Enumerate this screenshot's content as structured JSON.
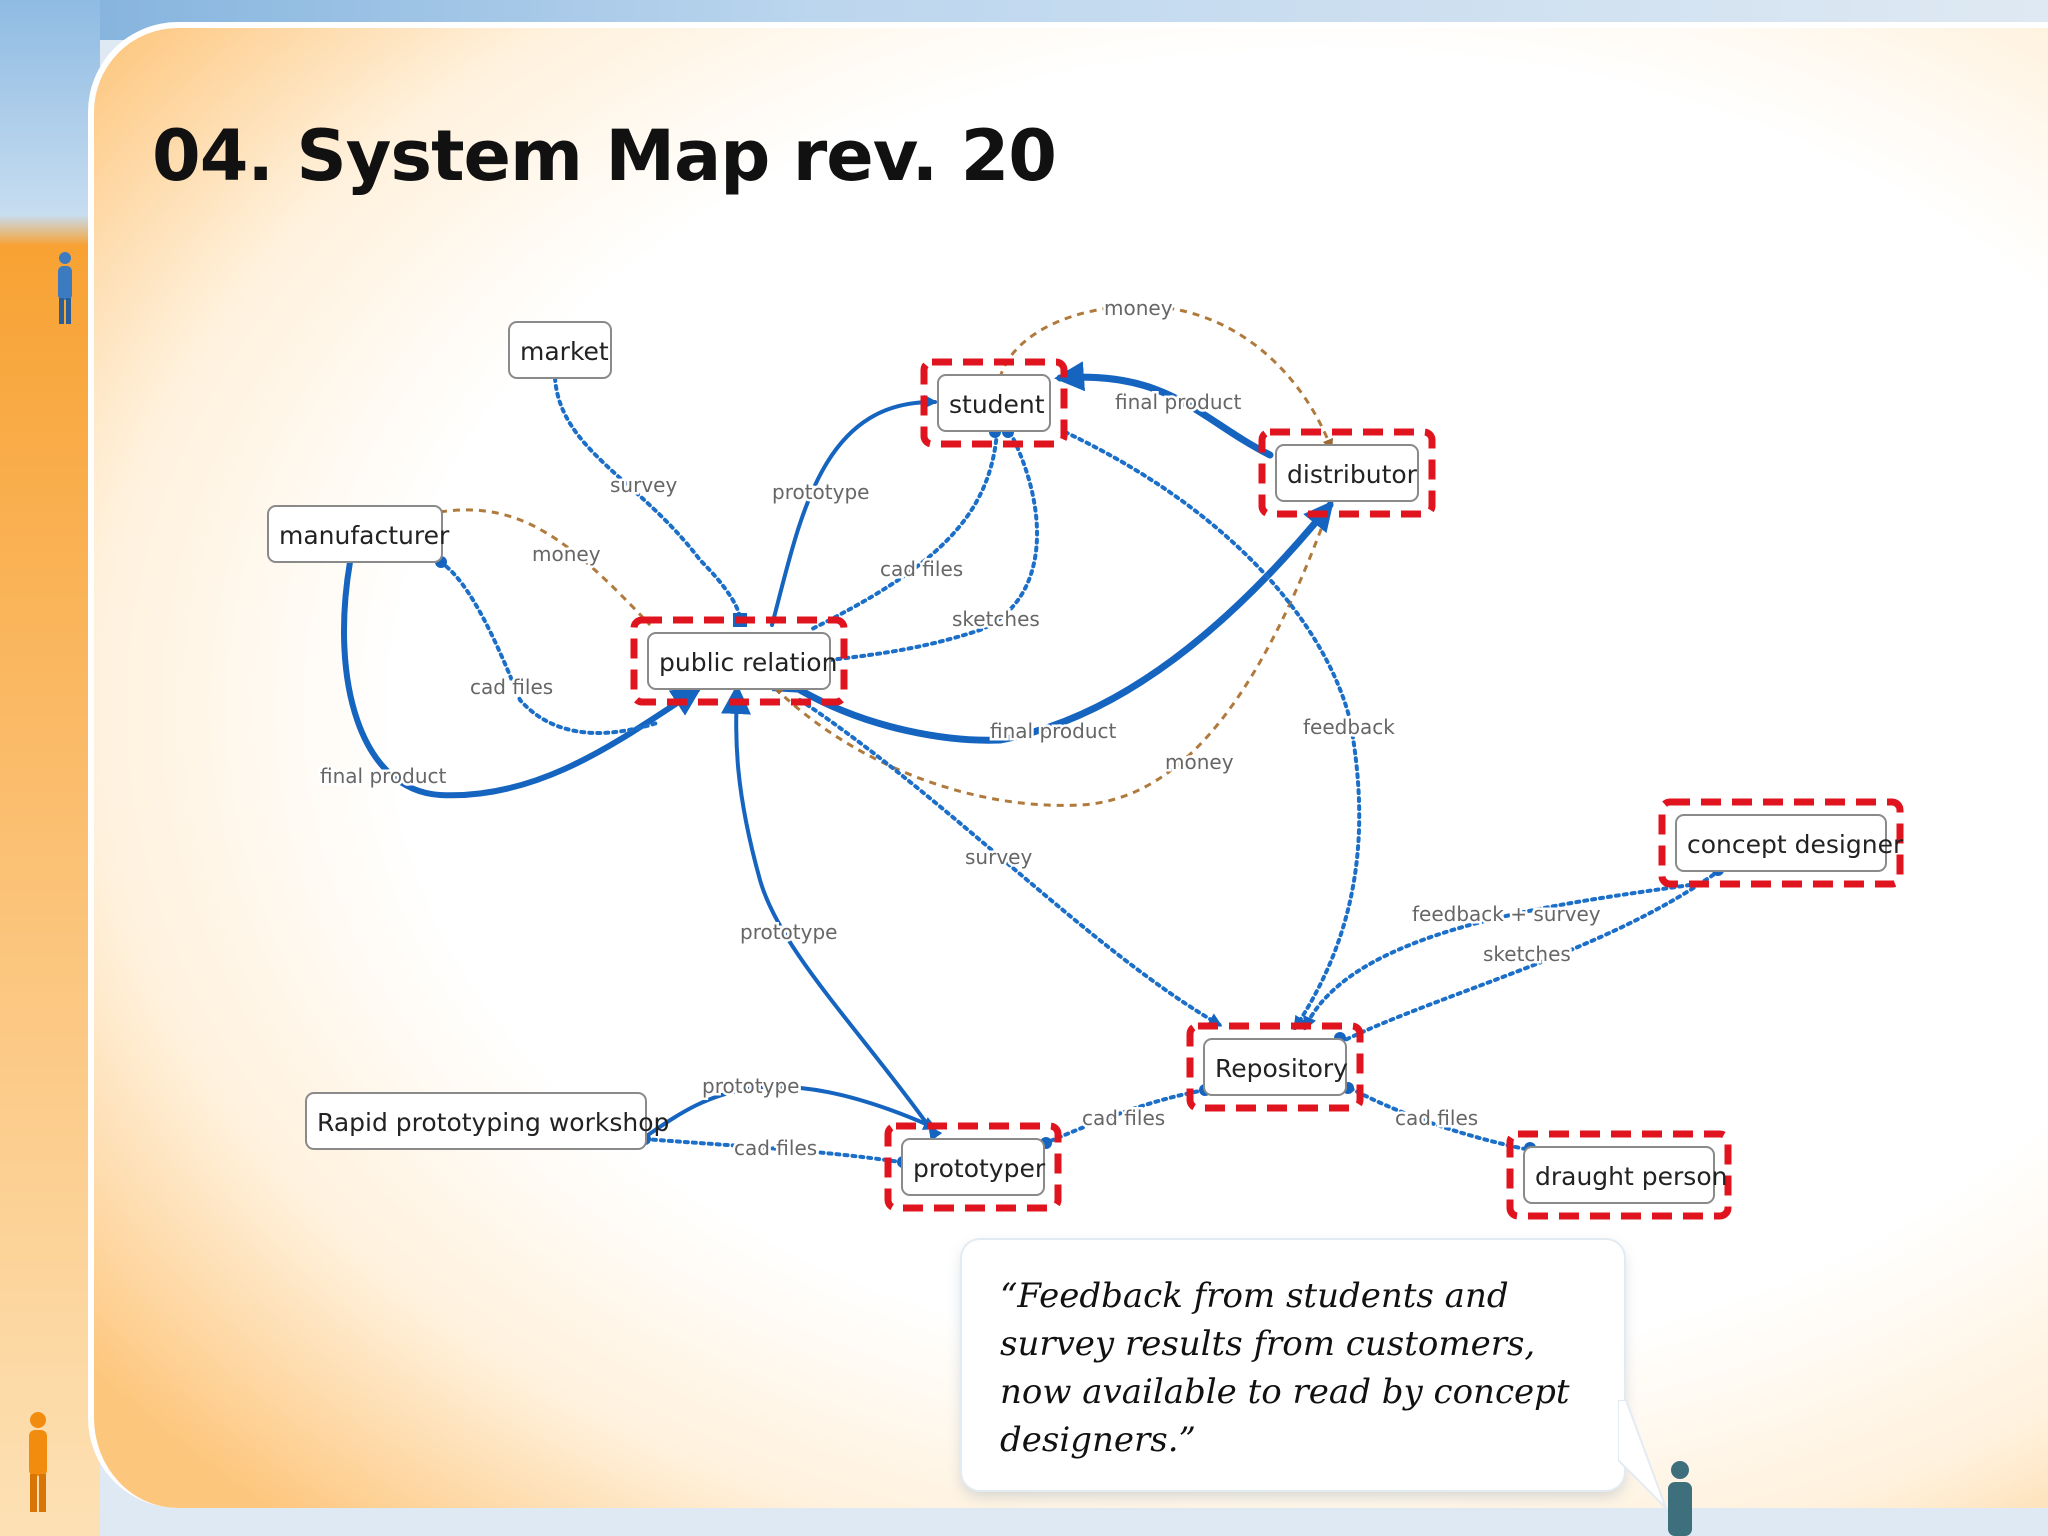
{
  "slide": {
    "title": "04. System Map rev. 20",
    "quote": "“Feedback from students and survey results from customers, now available to read by concept designers.”"
  },
  "diagram": {
    "nodes": {
      "market": "market",
      "manufacturer": "manufacturer",
      "public_relation": "public relation",
      "student": "student",
      "distributor": "distributor",
      "concept_designer": "concept designer",
      "repository": "Repository",
      "rapid_prototyping": "Rapid prototyping workshop",
      "prototyper": "prototyper",
      "draught_person": "draught person"
    },
    "edge_labels": {
      "market_survey": "survey",
      "manufacturer_money": "money",
      "manufacturer_cad": "cad files",
      "manufacturer_final": "final product",
      "pr_prototype": "prototype",
      "student_cad": "cad files",
      "student_sketches": "sketches",
      "student_money": "money",
      "student_final": "final product",
      "pr_final": "final product",
      "distributor_money": "money",
      "feedback": "feedback",
      "pr_survey": "survey",
      "prototyper_prototype": "prototype",
      "concept_feedback_survey": "feedback + survey",
      "concept_sketches": "sketches",
      "rapid_prototype": "prototype",
      "rapid_cad": "cad files",
      "repo_cad_prototyper": "cad files",
      "repo_cad_draught": "cad files"
    },
    "highlighted_nodes": [
      "student",
      "distributor",
      "public relation",
      "concept designer",
      "Repository",
      "prototyper",
      "draught person"
    ]
  },
  "colors": {
    "flow_solid": "#1565c0",
    "flow_dotted": "#1c6fc8",
    "money_flow": "#b07a3c",
    "highlight": "#e0141e",
    "accent_orange": "#f8a233"
  }
}
